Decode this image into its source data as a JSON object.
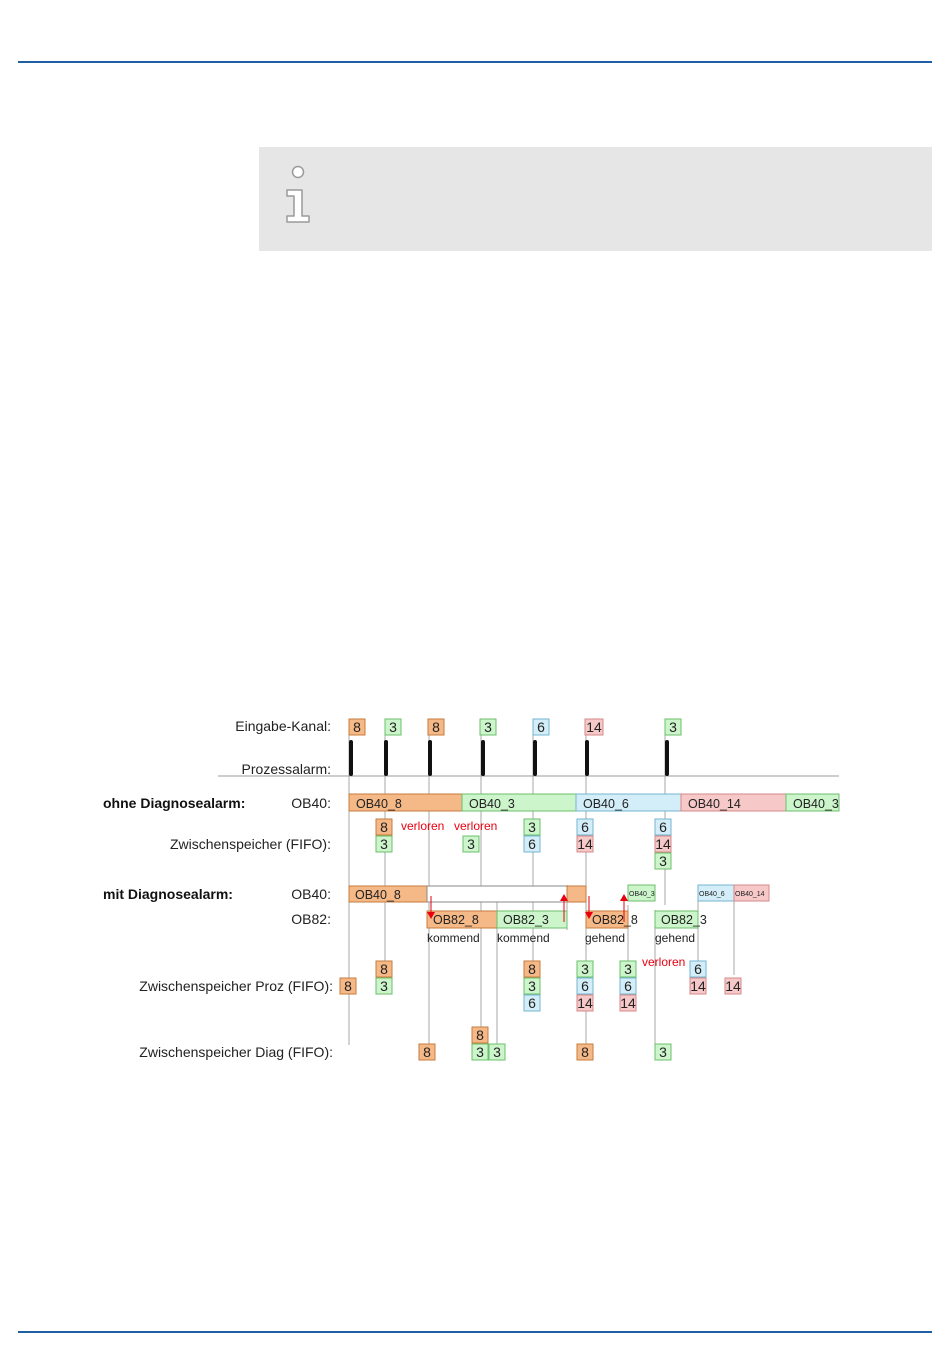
{
  "info_icon": "info-icon",
  "colors": {
    "rule": "#1f5fa3",
    "infobox_bg": "#e6e6e6",
    "channel_8": "#f5b887",
    "channel_3": "#ccf5cc",
    "channel_6": "#d3eef8",
    "channel_14": "#f7c8c8",
    "lost_text": "#e8000f"
  },
  "diagram": {
    "row_labels": {
      "eingabe_kanal": "Eingabe-Kanal:",
      "prozessalarm": "Prozessalarm:",
      "ohne_diagnosealarm": "ohne Diagnosealarm:",
      "ob40_ohne": "OB40:",
      "zwischenspeicher_fifo": "Zwischenspeicher (FIFO):",
      "mit_diagnosealarm": "mit Diagnosealarm:",
      "ob40_mit": "OB40:",
      "ob82": "OB82:",
      "zwischenspeicher_proz": "Zwischenspeicher Proz (FIFO):",
      "zwischenspeicher_diag": "Zwischenspeicher Diag (FIFO):"
    },
    "input_channels": [
      "8",
      "3",
      "8",
      "3",
      "6",
      "14",
      "3"
    ],
    "ob40_ohne_segments": [
      "OB40_8",
      "OB40_3",
      "OB40_6",
      "OB40_14",
      "OB40_3"
    ],
    "fifo_ohne": {
      "col1": [
        "8",
        "3"
      ],
      "col2": [
        "3"
      ],
      "col3": [
        "3",
        "6"
      ],
      "col4": [
        "6",
        "14"
      ],
      "col5": [
        "6",
        "14",
        "3"
      ]
    },
    "ob40_mit_segments": [
      "OB40_8",
      "OB40_3",
      "OB40_6",
      "OB40_14"
    ],
    "ob82_segments": [
      "OB82_8",
      "OB82_3",
      "OB82_8",
      "OB82_3"
    ],
    "ob82_annotations": [
      "kommend",
      "kommend",
      "gehend",
      "gehend"
    ],
    "lost_label": "verloren",
    "fifo_proz": {
      "col0": [
        "8"
      ],
      "col1": [
        "8",
        "3"
      ],
      "col2": [
        "8",
        "3",
        "6"
      ],
      "col3": [
        "3",
        "6",
        "14"
      ],
      "col4": [
        "3",
        "6",
        "14"
      ],
      "col5": [
        "6",
        "14"
      ],
      "col6": [
        "14"
      ]
    },
    "fifo_diag": {
      "col1": [
        "8"
      ],
      "col2": [
        "8",
        "3"
      ],
      "col3": [
        "3"
      ],
      "col4": [
        "8"
      ],
      "col5": [
        "3"
      ]
    }
  }
}
